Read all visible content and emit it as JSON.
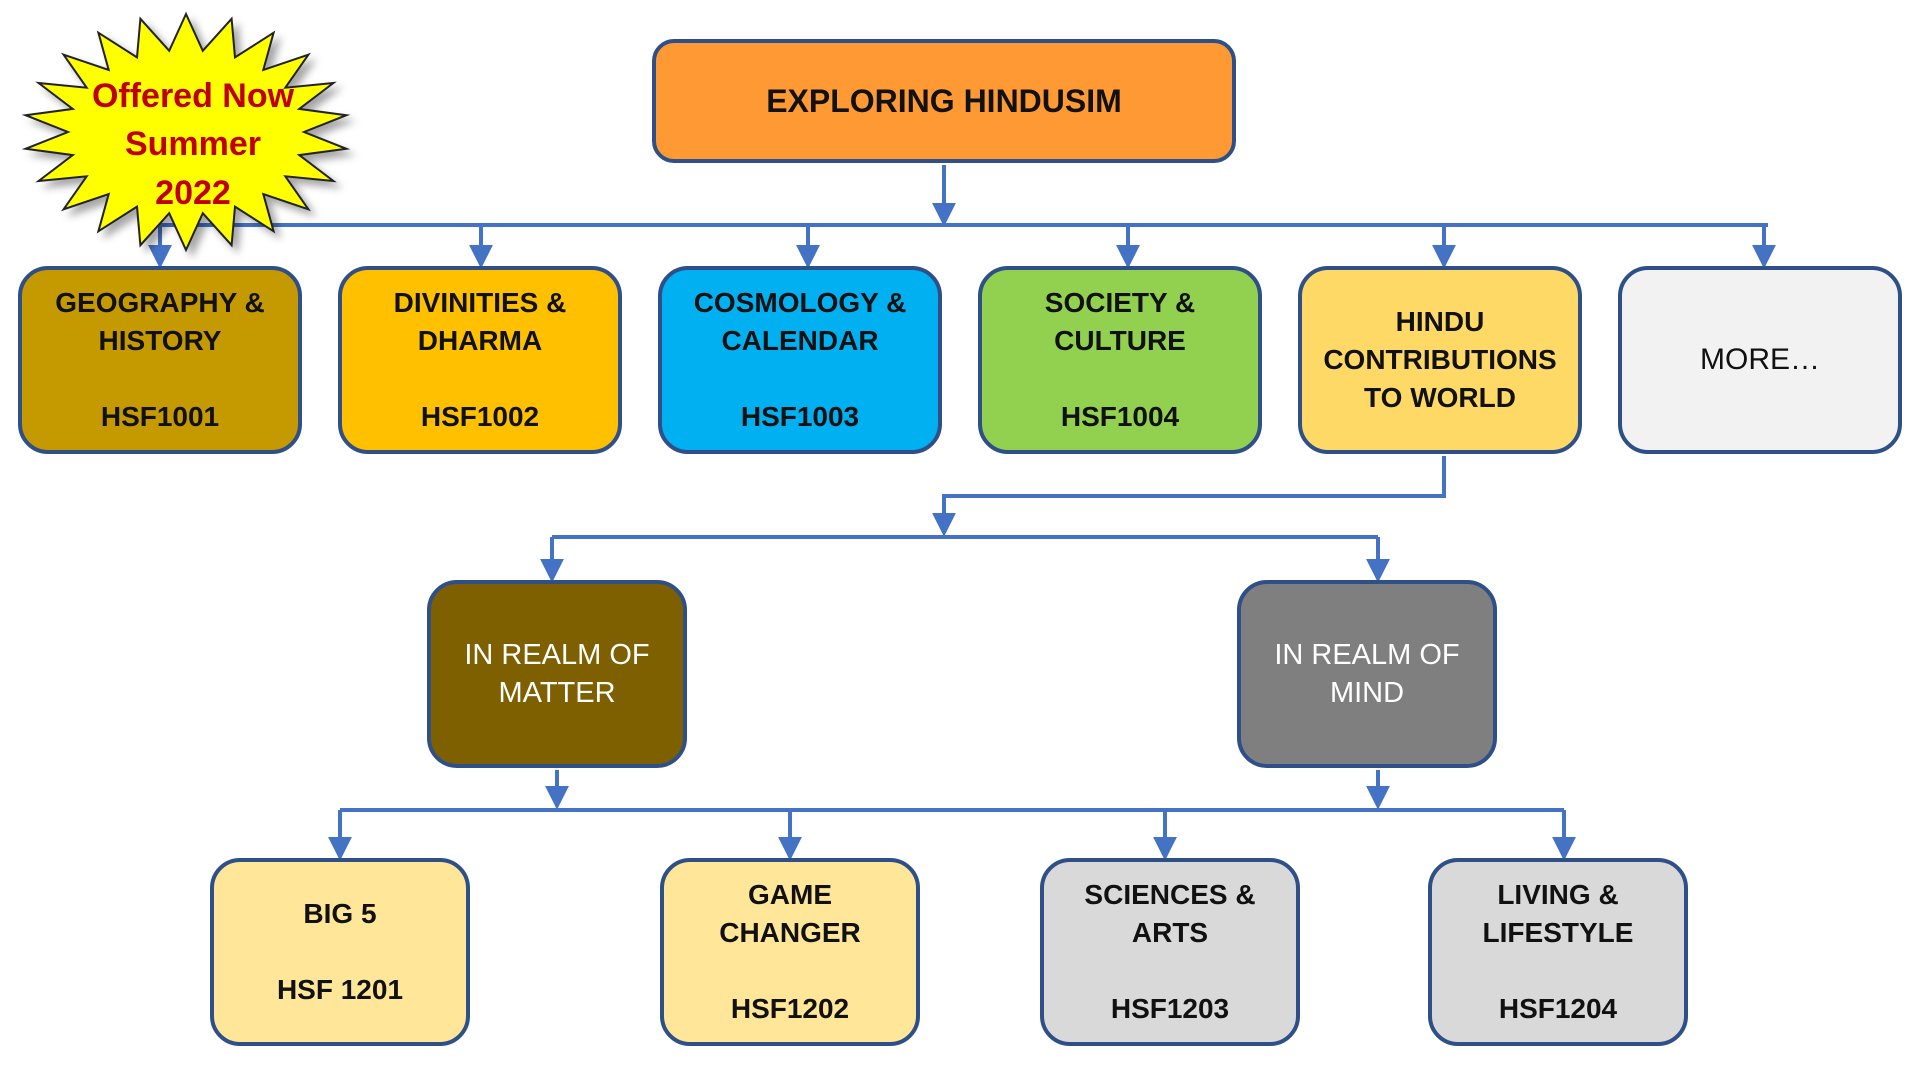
{
  "badge": {
    "line1": "Offered Now",
    "line2": "Summer",
    "line3": "2022"
  },
  "root": {
    "title": "EXPLORING HINDUSIM"
  },
  "level1": [
    {
      "title": "GEOGRAPHY &\nHISTORY",
      "code": "HSF1001",
      "color": "#c59a00"
    },
    {
      "title": "DIVINITIES &\nDHARMA",
      "code": "HSF1002",
      "color": "#ffc000"
    },
    {
      "title": "COSMOLOGY &\nCALENDAR",
      "code": "HSF1003",
      "color": "#00b0f0"
    },
    {
      "title": "SOCIETY &\nCULTURE",
      "code": "HSF1004",
      "color": "#92d050"
    },
    {
      "title": "HINDU\nCONTRIBUTIONS\nTO WORLD",
      "color": "#ffd966"
    },
    {
      "title": "MORE…",
      "color": "#f2f2f2"
    }
  ],
  "level2": [
    {
      "title": "IN REALM OF\nMATTER",
      "color": "#7f6000"
    },
    {
      "title": "IN REALM OF\nMIND",
      "color": "#7f7f7f"
    }
  ],
  "level3": [
    {
      "title": "BIG 5",
      "code": "HSF 1201",
      "color": "#ffe699"
    },
    {
      "title": "GAME\nCHANGER",
      "code": "HSF1202",
      "color": "#ffe699"
    },
    {
      "title": "SCIENCES &\nARTS",
      "code": "HSF1203",
      "color": "#d9d9d9"
    },
    {
      "title": "LIVING &\nLIFESTYLE",
      "code": "HSF1204",
      "color": "#d9d9d9"
    }
  ],
  "colors": {
    "connector": "#4472c4",
    "border": "#2e4f88",
    "badge_fill": "#ffff00",
    "badge_text": "#c00000"
  }
}
